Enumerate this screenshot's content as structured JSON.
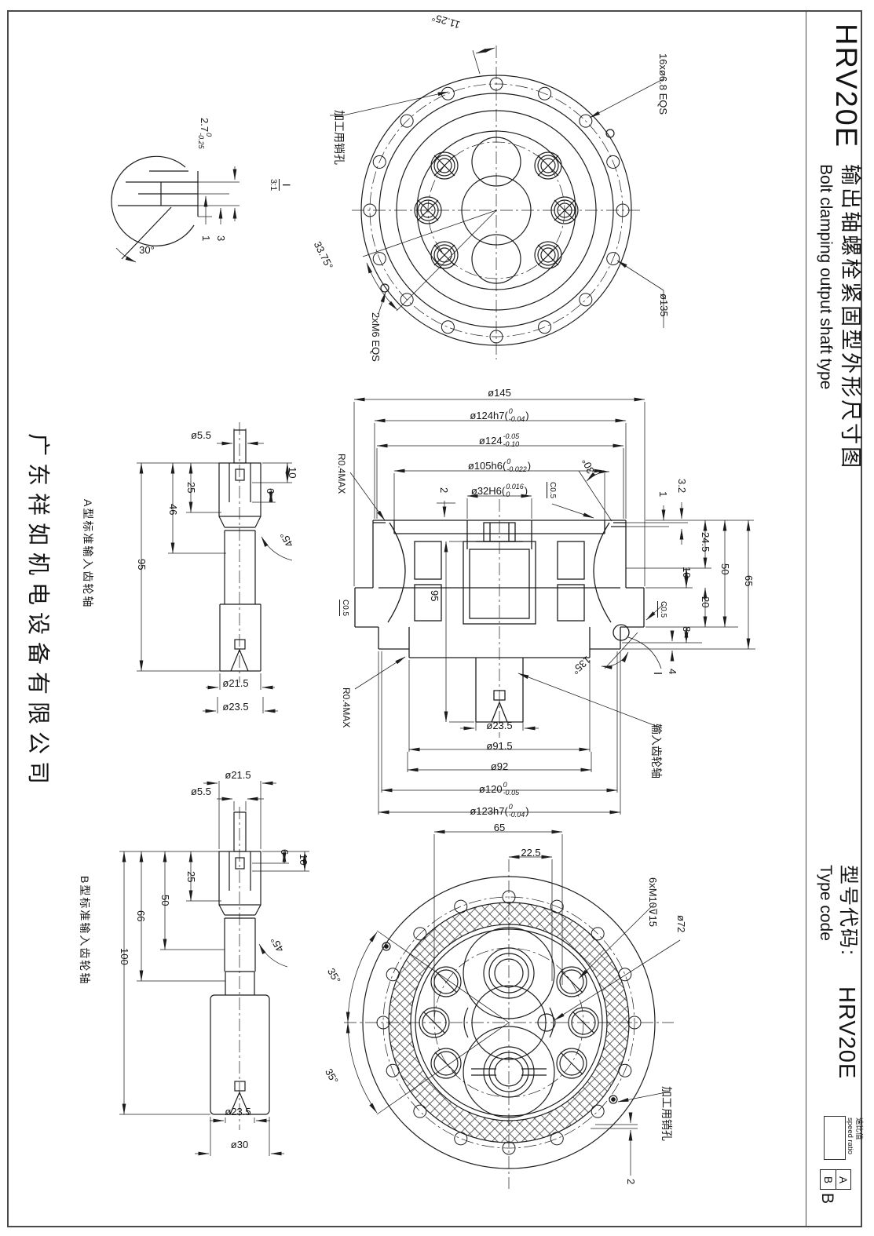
{
  "panel_right": {
    "model": "HRV20E",
    "title_cn": "输出轴螺栓紧固型外形尺寸图",
    "title_en": "Bolt clamping output shaft type",
    "type_code_label_cn": "型号代码:",
    "type_code_label_en": "Type code",
    "type_code_model": "HRV20E",
    "speed_ratio_cn": "速比值",
    "speed_ratio_en": "speed ratio",
    "option_a": "A",
    "option_b": "B",
    "selected_option": "B"
  },
  "panel_left": {
    "company": "广东祥如机电设备有限公司"
  },
  "detail_view": {
    "callout": "I",
    "scale": "3:1",
    "dims": {
      "depth": {
        "pre": "2.7",
        "sup": "0",
        "sub": "-0.25",
        "post": ""
      },
      "d3": "3",
      "d1": "1",
      "angle": "30°"
    }
  },
  "front_view": {
    "dims": {
      "angle_pitch": "11.25°",
      "bolt_holes": "16xø6.8 EQS",
      "angle_span": "33.75°",
      "pin_tap": "2xM6 EQS",
      "bolt_circle": "ø135"
    },
    "labels": {
      "pin_hole": "加工用销孔"
    }
  },
  "section_view": {
    "dims": {
      "d145": "ø145",
      "d124h7": {
        "pre": "ø124h7(",
        "sup": "0",
        "sub": "-0.04",
        "post": ")"
      },
      "d124": {
        "pre": "ø124",
        "sup": "-0.05",
        "sub": "-0.10",
        "post": ""
      },
      "d105h6": {
        "pre": "ø105h6(",
        "sup": "0",
        "sub": "-0.022",
        "post": ")"
      },
      "d32H6": {
        "pre": "ø32H6(",
        "sup": "0.016",
        "sub": "0",
        "post": ")"
      },
      "d2": "2",
      "c05_top": "C0.5",
      "angle30": "30°",
      "d1": "1",
      "d32": "3.2",
      "d245": "24.5",
      "d10": "10",
      "d50": "50",
      "d65": "65",
      "d20": "20",
      "d8": "8",
      "d4": "4",
      "c05_right": "C0.5",
      "d95": "95",
      "c05_left": "C0.5",
      "r04_upper": "R0.4MAX",
      "r04_lower": "R0.4MAX",
      "angle135": "135°",
      "d235": "ø23.5",
      "d915": "ø91.5",
      "d92": "ø92",
      "d120": {
        "pre": "ø120",
        "sup": "0",
        "sub": "-0.05",
        "post": ""
      },
      "d123h7": {
        "pre": "ø123h7(",
        "sup": "0",
        "sub": "-0.04",
        "post": ")"
      },
      "detail_ref": "I"
    },
    "labels": {
      "input_shaft": "输入齿轮轴"
    }
  },
  "rear_view": {
    "dims": {
      "d65": "65",
      "d225": "22.5",
      "tapped": "6xM10⊽15",
      "d72": "ø72",
      "angle35a": "35°",
      "angle35b": "35°",
      "d2": "2"
    },
    "labels": {
      "pin_hole": "加工用销孔"
    }
  },
  "shaft_a": {
    "label": "A型标准输入齿轮轴",
    "dims": {
      "d55": "ø5.5",
      "d10": "10",
      "d6": "6",
      "d25": "25",
      "d46": "46",
      "d95": "95",
      "angle45": "45°",
      "d215": "ø21.5",
      "d235": "ø23.5"
    }
  },
  "shaft_b": {
    "label": "B型标准输入齿轮轴",
    "dims": {
      "d215": "ø21.5",
      "d55": "ø5.5",
      "d6": "6",
      "d10": "10",
      "d25": "25",
      "d50": "50",
      "d66": "66",
      "d100": "100",
      "angle45": "45°",
      "d235": "ø23.5",
      "d30": "ø30"
    }
  }
}
